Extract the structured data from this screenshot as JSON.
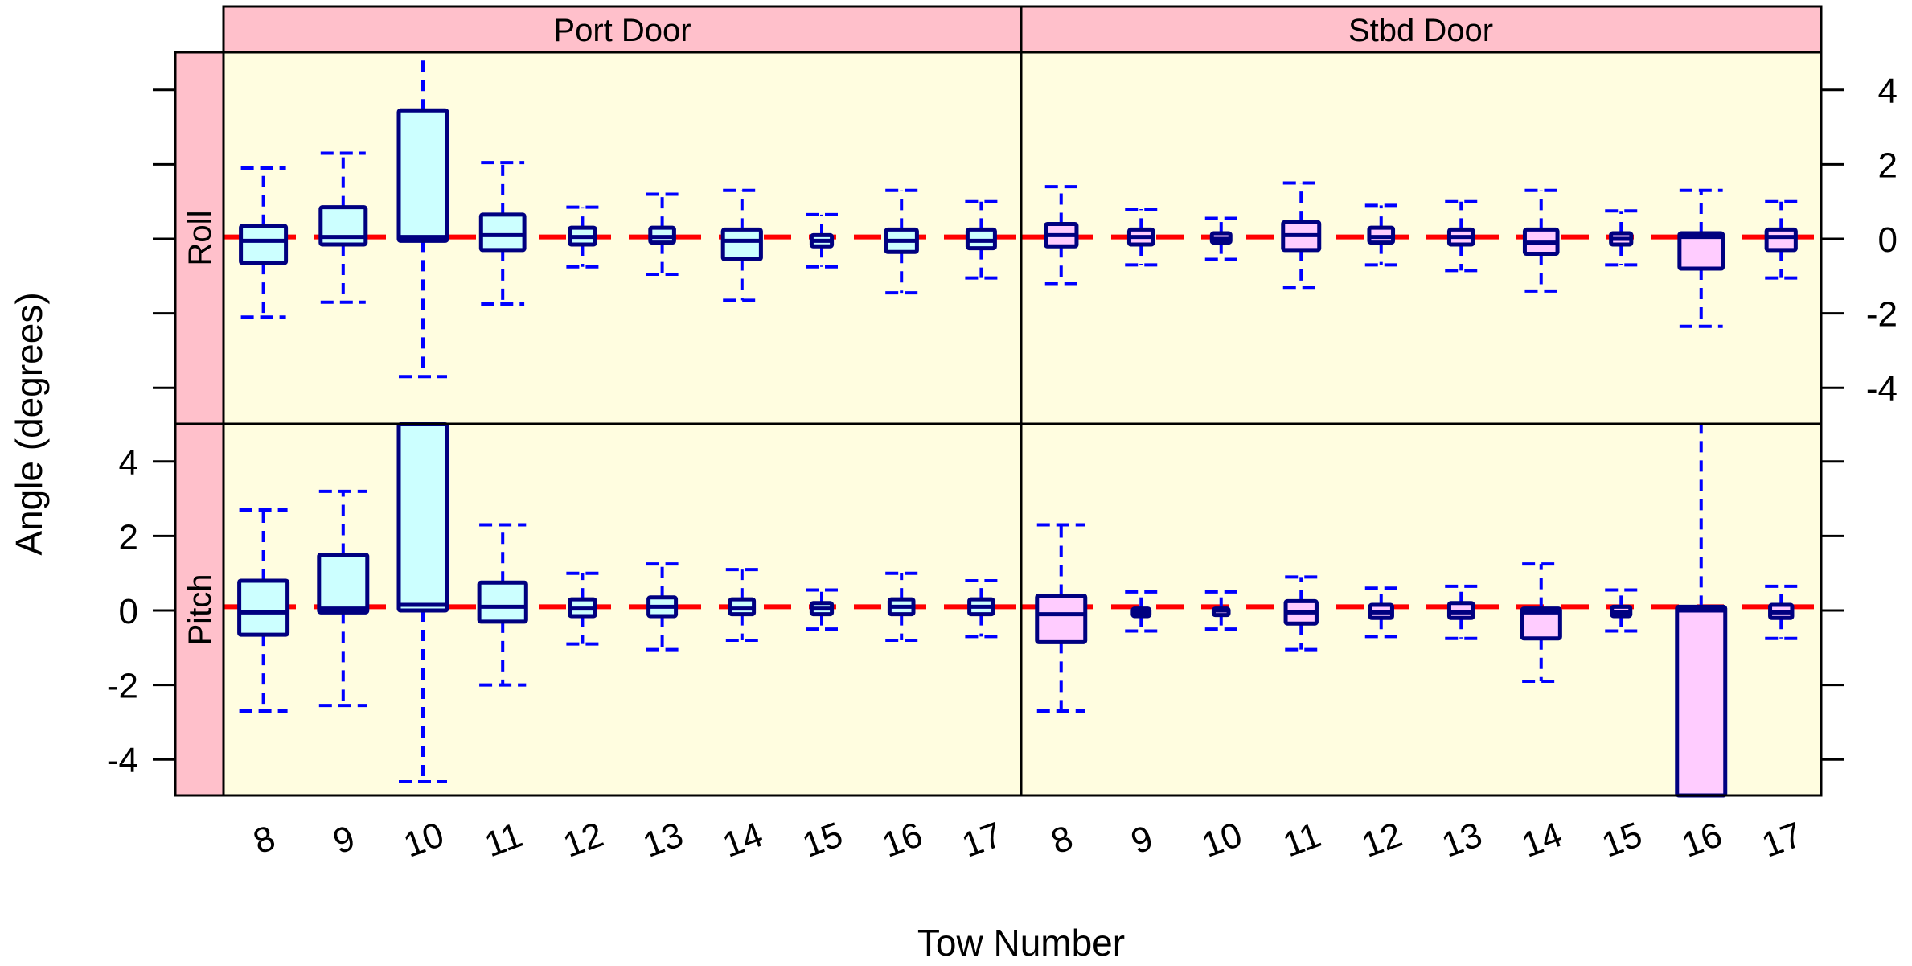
{
  "chart_data": {
    "type": "boxplot",
    "title": "",
    "xlabel": "Tow Number",
    "ylabel": "Angle (degrees)",
    "ylim": [
      -5,
      5
    ],
    "yticks": [
      -4,
      -2,
      0,
      2,
      4
    ],
    "grid": false,
    "legend": null,
    "categories": [
      "8",
      "9",
      "10",
      "11",
      "12",
      "13",
      "14",
      "15",
      "16",
      "17"
    ],
    "columns": [
      "Port Door",
      "Stbd Door"
    ],
    "rows": [
      "Roll",
      "Pitch"
    ],
    "stat_order": [
      "lower_whisker",
      "q1",
      "median",
      "q3",
      "upper_whisker"
    ],
    "reference_line": {
      "Roll": 0.05,
      "Pitch": 0.1,
      "style": "dashed",
      "color": "#ff0000"
    },
    "panels": [
      {
        "row": "Roll",
        "column": "Port Door",
        "fill": "#ccffff",
        "boxes": [
          [
            -2.1,
            -0.65,
            -0.05,
            0.35,
            1.9
          ],
          [
            -1.7,
            -0.15,
            0.05,
            0.85,
            2.3
          ],
          [
            -3.7,
            -0.05,
            0.05,
            3.45,
            5.0
          ],
          [
            -1.75,
            -0.3,
            0.1,
            0.65,
            2.05
          ],
          [
            -0.75,
            -0.15,
            0.05,
            0.3,
            0.85
          ],
          [
            -0.95,
            -0.1,
            0.05,
            0.3,
            1.2
          ],
          [
            -1.65,
            -0.55,
            -0.05,
            0.25,
            1.3
          ],
          [
            -0.75,
            -0.2,
            -0.05,
            0.1,
            0.65
          ],
          [
            -1.45,
            -0.35,
            -0.05,
            0.25,
            1.3
          ],
          [
            -1.05,
            -0.25,
            -0.05,
            0.25,
            1.0
          ]
        ]
      },
      {
        "row": "Roll",
        "column": "Stbd Door",
        "fill": "#ffccff",
        "boxes": [
          [
            -1.2,
            -0.2,
            0.1,
            0.4,
            1.4
          ],
          [
            -0.7,
            -0.15,
            0.05,
            0.25,
            0.8
          ],
          [
            -0.55,
            -0.1,
            0.0,
            0.15,
            0.55
          ],
          [
            -1.3,
            -0.3,
            0.1,
            0.45,
            1.5
          ],
          [
            -0.7,
            -0.1,
            0.05,
            0.3,
            0.9
          ],
          [
            -0.85,
            -0.15,
            0.05,
            0.25,
            1.0
          ],
          [
            -1.4,
            -0.4,
            -0.1,
            0.25,
            1.3
          ],
          [
            -0.7,
            -0.15,
            0.0,
            0.15,
            0.75
          ],
          [
            -2.35,
            -0.8,
            0.05,
            0.15,
            1.3
          ],
          [
            -1.05,
            -0.3,
            0.05,
            0.25,
            1.0
          ]
        ]
      },
      {
        "row": "Pitch",
        "column": "Port Door",
        "fill": "#ccffff",
        "boxes": [
          [
            -2.7,
            -0.65,
            -0.05,
            0.8,
            2.7
          ],
          [
            -2.55,
            -0.05,
            0.05,
            1.5,
            3.2
          ],
          [
            -4.6,
            0.0,
            0.15,
            5.0,
            5.0
          ],
          [
            -2.0,
            -0.3,
            0.1,
            0.75,
            2.3
          ],
          [
            -0.9,
            -0.15,
            0.05,
            0.3,
            1.0
          ],
          [
            -1.05,
            -0.15,
            0.1,
            0.35,
            1.25
          ],
          [
            -0.8,
            -0.1,
            0.05,
            0.3,
            1.1
          ],
          [
            -0.5,
            -0.1,
            0.05,
            0.2,
            0.55
          ],
          [
            -0.8,
            -0.1,
            0.1,
            0.3,
            1.0
          ],
          [
            -0.7,
            -0.1,
            0.1,
            0.3,
            0.8
          ]
        ]
      },
      {
        "row": "Pitch",
        "column": "Stbd Door",
        "fill": "#ffccff",
        "boxes": [
          [
            -2.7,
            -0.85,
            -0.1,
            0.4,
            2.3
          ],
          [
            -0.55,
            -0.15,
            -0.05,
            0.05,
            0.5
          ],
          [
            -0.5,
            -0.1,
            0.0,
            0.05,
            0.5
          ],
          [
            -1.05,
            -0.35,
            -0.05,
            0.25,
            0.9
          ],
          [
            -0.7,
            -0.2,
            -0.05,
            0.15,
            0.6
          ],
          [
            -0.75,
            -0.2,
            -0.05,
            0.2,
            0.65
          ],
          [
            -1.9,
            -0.75,
            -0.05,
            0.05,
            1.25
          ],
          [
            -0.55,
            -0.15,
            -0.05,
            0.1,
            0.55
          ],
          [
            -5.0,
            -5.0,
            0.0,
            0.1,
            5.0
          ],
          [
            -0.75,
            -0.2,
            -0.05,
            0.15,
            0.65
          ]
        ]
      }
    ]
  },
  "colors": {
    "strip_bg": "#ffc0cb",
    "panel_bg": "#fffde0",
    "box_border": "#000080",
    "whisker": "#0000ff",
    "reference_line": "#ff0000",
    "frame": "#000000"
  },
  "labels": {
    "strip_port": "Port Door",
    "strip_stbd": "Stbd Door",
    "strip_roll": "Roll",
    "strip_pitch": "Pitch",
    "x_title": "Tow Number",
    "y_title": "Angle (degrees)"
  }
}
